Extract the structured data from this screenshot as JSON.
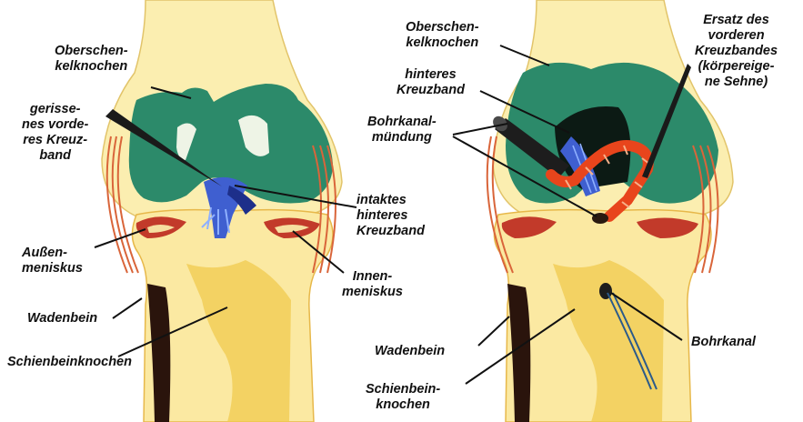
{
  "colors": {
    "bone": "#fbeeb0",
    "bone_shade": "#f0c94e",
    "femur_cartilage": "#2c8a6a",
    "acl_torn": "#3f5fd0",
    "graft": "#e8451c",
    "muscle": "#d9653a",
    "dark": "#2a140c"
  },
  "left_labels": {
    "femur": "Oberschen-\nkelknochen",
    "torn_acl": "gerisse-\nnes vorde-\nres Kreuz-\nband",
    "intact_pcl": "intaktes\nhinteres\nKreuzband",
    "lateral_meniscus": "Außen-\nmeniskus",
    "medial_meniscus": "Innen-\nmeniskus",
    "fibula": "Wadenbein",
    "tibia": "Schienbeinknochen"
  },
  "right_labels": {
    "femur": "Oberschen-\nkelknochen",
    "pcl": "hinteres\nKreuzband",
    "tunnel_mouth": "Bohrkanal-\nmündung",
    "graft": "Ersatz des\nvorderen\nKreuzbandes\n(körpereige-\nne Sehne)",
    "fibula": "Wadenbein",
    "tibia": "Schienbein-\nknochen",
    "tunnel": "Bohrkanal"
  }
}
